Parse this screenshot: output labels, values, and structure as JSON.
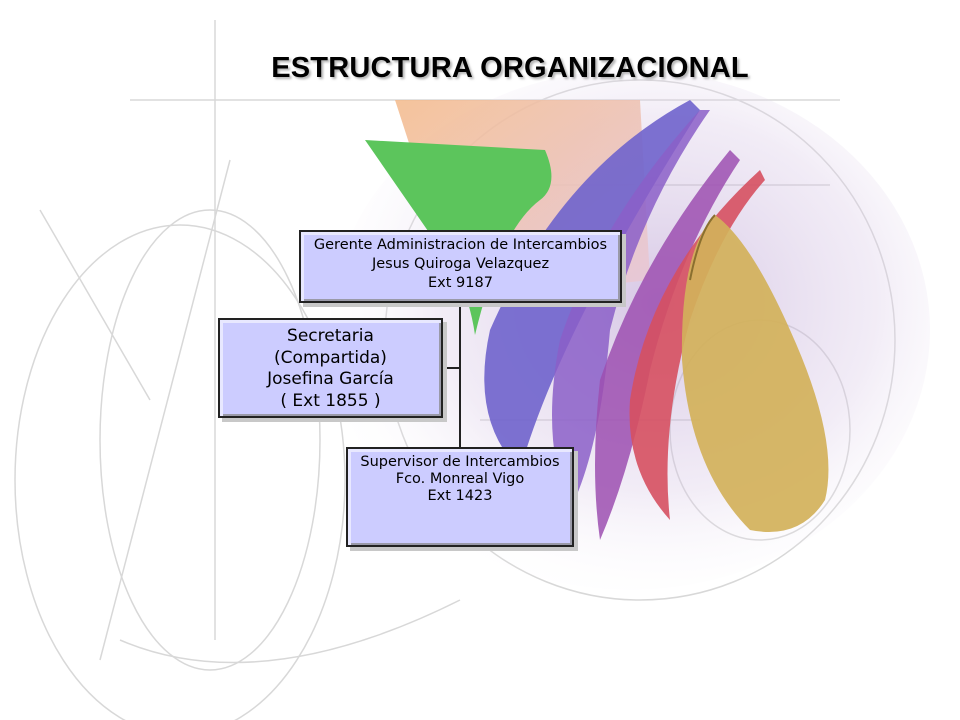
{
  "title": "ESTRUCTURA ORGANIZACIONAL",
  "nodes": {
    "manager": {
      "line1": "Gerente Administracion de Intercambios",
      "line2": "Jesus Quiroga Velazquez",
      "line3": "Ext 9187"
    },
    "secretary": {
      "line1": "Secretaria",
      "line2": "(Compartida)",
      "line3": "Josefina García",
      "line4": "( Ext 1855 )"
    },
    "supervisor": {
      "line1": "Supervisor de Intercambios",
      "line2": "Fco. Monreal Vigo",
      "line3": "Ext 1423"
    }
  },
  "colors": {
    "box_fill": "#ccccff",
    "box_border": "#222222"
  }
}
